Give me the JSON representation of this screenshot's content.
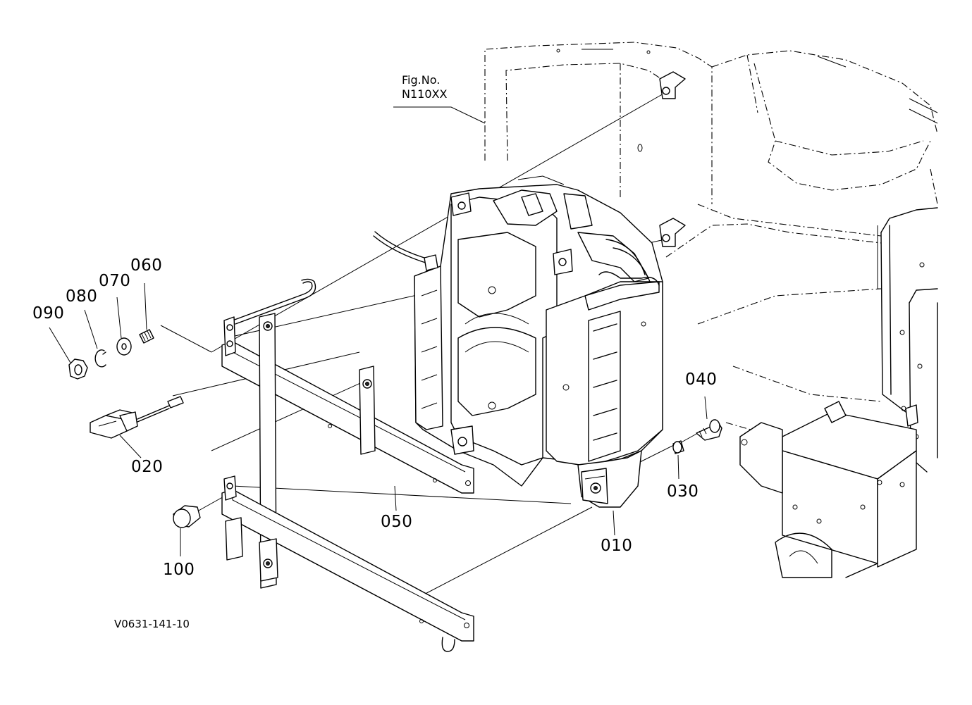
{
  "figure": {
    "fig_ref_line1": "Fig.No.",
    "fig_ref_line2": "N110XX",
    "drawing_code": "V0631-141-10"
  },
  "callouts": [
    {
      "id": "010",
      "label": "010"
    },
    {
      "id": "020",
      "label": "020"
    },
    {
      "id": "030",
      "label": "030"
    },
    {
      "id": "040",
      "label": "040"
    },
    {
      "id": "050",
      "label": "050"
    },
    {
      "id": "060",
      "label": "060"
    },
    {
      "id": "070",
      "label": "070"
    },
    {
      "id": "080",
      "label": "080"
    },
    {
      "id": "090",
      "label": "090"
    },
    {
      "id": "100",
      "label": "100"
    }
  ]
}
